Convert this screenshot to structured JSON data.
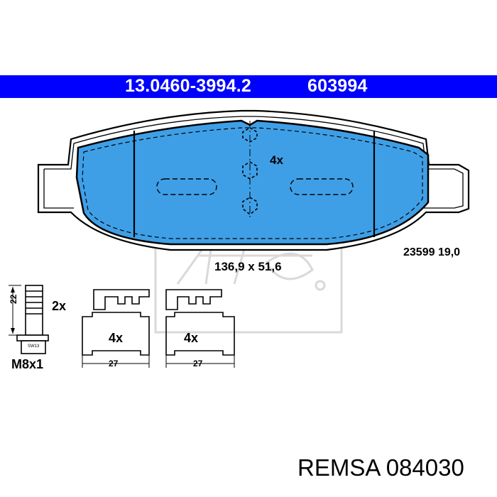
{
  "header": {
    "part_number": "13.0460-3994.2",
    "reference": "603994"
  },
  "pad": {
    "quantity": "4x",
    "dimensions": "136,9 x 51,6",
    "code": "23599 19,0"
  },
  "bolt": {
    "quantity": "2x",
    "thread": "M8x1",
    "height": "22",
    "wrench": "SW13"
  },
  "clips": [
    {
      "quantity": "4x",
      "width": "27"
    },
    {
      "quantity": "4x",
      "width": "27"
    }
  ],
  "watermark": {
    "text": "Ate"
  },
  "footer": {
    "brand": "REMSA 084030"
  },
  "colors": {
    "header": "#0000ff",
    "pad_fill": "#3f9fe6",
    "ink": "#000000",
    "watermark": "#d9d9d9"
  }
}
